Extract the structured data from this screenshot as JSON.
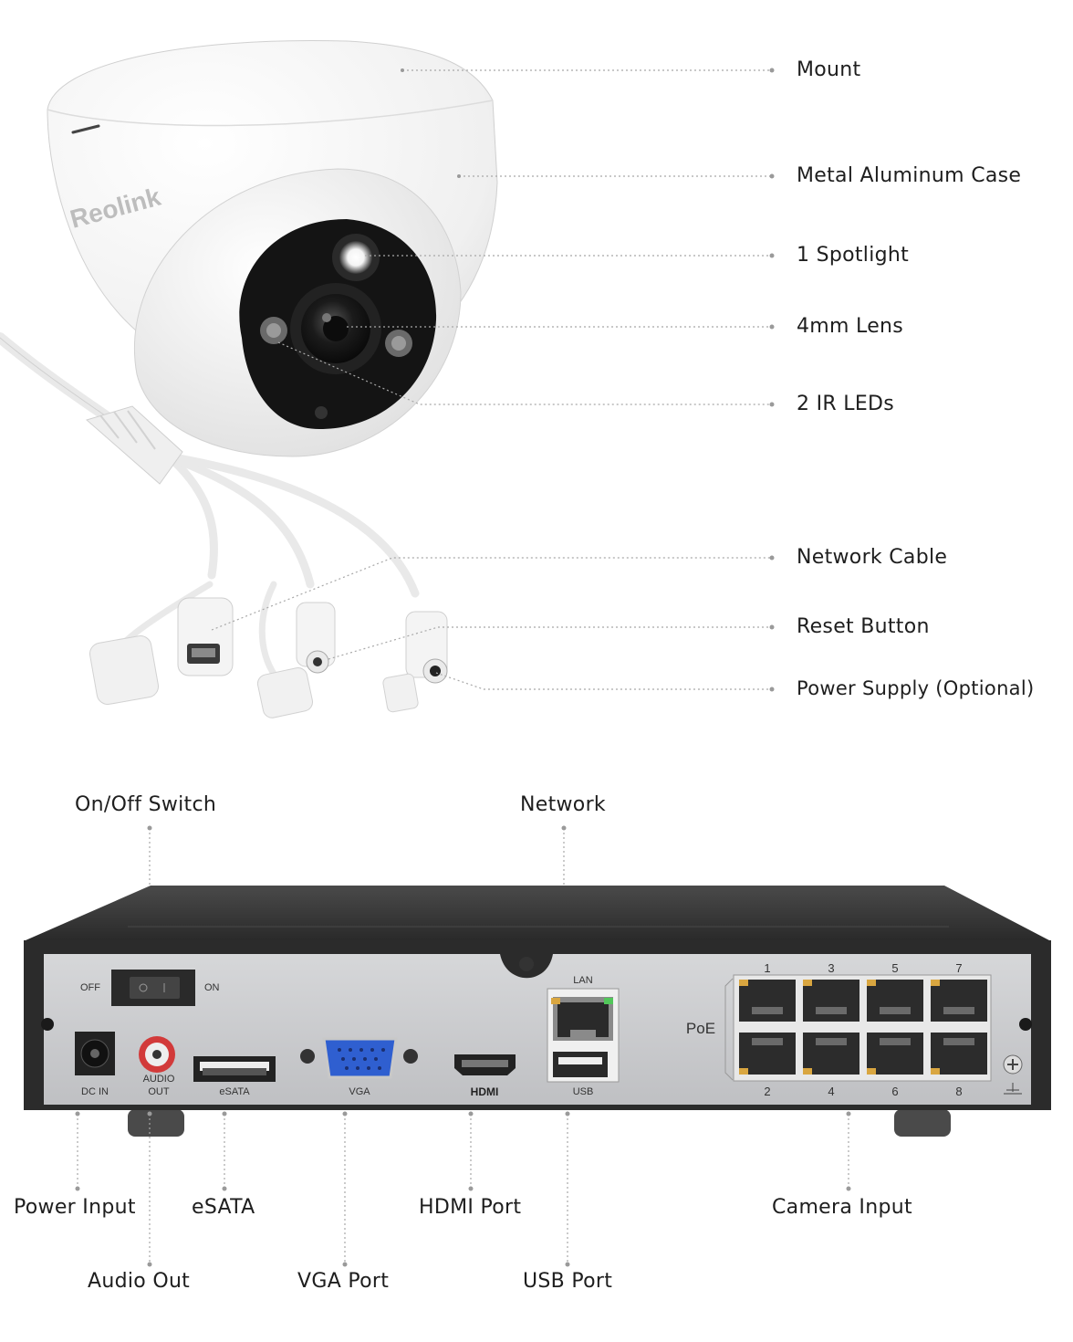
{
  "camera_callouts": {
    "mount": "Mount",
    "case": "Metal Aluminum Case",
    "spotlight": "1 Spotlight",
    "lens": "4mm Lens",
    "ir_leds": "2 IR LEDs",
    "network_cable": "Network Cable",
    "reset_button": "Reset Button",
    "power_supply": "Power Supply (Optional)"
  },
  "camera": {
    "brand_logo": "Reolink"
  },
  "nvr_callouts": {
    "on_off_switch": "On/Off Switch",
    "network": "Network",
    "power_input": "Power Input",
    "audio_out": "Audio Out",
    "esata": "eSATA",
    "vga_port": "VGA Port",
    "hdmi_port": "HDMI Port",
    "usb_port": "USB Port",
    "camera_input": "Camera Input"
  },
  "nvr_panel": {
    "off": "OFF",
    "on": "ON",
    "dc_in": "DC IN",
    "audio_line1": "AUDIO",
    "audio_line2": "OUT",
    "esata": "eSATA",
    "vga": "VGA",
    "hdmi": "HDMI",
    "lan": "LAN",
    "usb": "USB",
    "poe": "PoE",
    "ports_top": [
      "1",
      "3",
      "5",
      "7"
    ],
    "ports_bottom": [
      "2",
      "4",
      "6",
      "8"
    ]
  },
  "colors": {
    "text": "#1e1e1e",
    "leader": "#9a9a9a",
    "camera_shell": "#f2f2f2",
    "nvr_body": "#2b2b2b",
    "nvr_panel": "#c9cacc",
    "vga_blue": "#2f5fd0",
    "audio_red": "#d23a3a",
    "rj45_gold": "#d9a640"
  }
}
